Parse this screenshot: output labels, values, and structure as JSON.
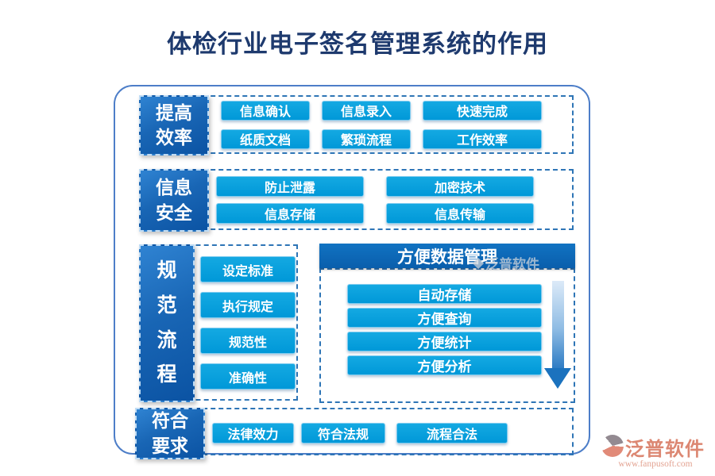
{
  "title": "体检行业电子签名管理系统的作用",
  "colors": {
    "title_text": "#1E3A6E",
    "outer_border": "#4D7EC8",
    "dashed_border": "#2E75B6",
    "label_box_top": "#2F83D2",
    "label_box_bottom": "#0B53A3",
    "button_fill": "#00A0DC",
    "header_fill": "#0D68B4",
    "arrow_fill": "#1B72BE",
    "logo_text": "#DC8772"
  },
  "sections": {
    "efficiency": {
      "label": "提高\n效率",
      "buttons": [
        "信息确认",
        "信息录入",
        "快速完成",
        "纸质文档",
        "繁琐流程",
        "工作效率"
      ]
    },
    "security": {
      "label": "信息\n安全",
      "buttons": [
        "防止泄露",
        "加密技术",
        "信息存储",
        "信息传输"
      ]
    },
    "process": {
      "label": "规\n范\n流\n程",
      "buttons": [
        "设定标准",
        "执行规定",
        "规范性",
        "准确性"
      ]
    },
    "data_management": {
      "header": "方便数据管理",
      "buttons": [
        "自动存储",
        "方便查询",
        "方便统计",
        "方便分析"
      ]
    },
    "compliance": {
      "label": "符合\n要求",
      "buttons": [
        "法律效力",
        "符合法规",
        "流程合法"
      ]
    }
  },
  "watermark": "泛普软件",
  "logo": {
    "name": "泛普软件",
    "url": "www.fanpusoft.com"
  }
}
